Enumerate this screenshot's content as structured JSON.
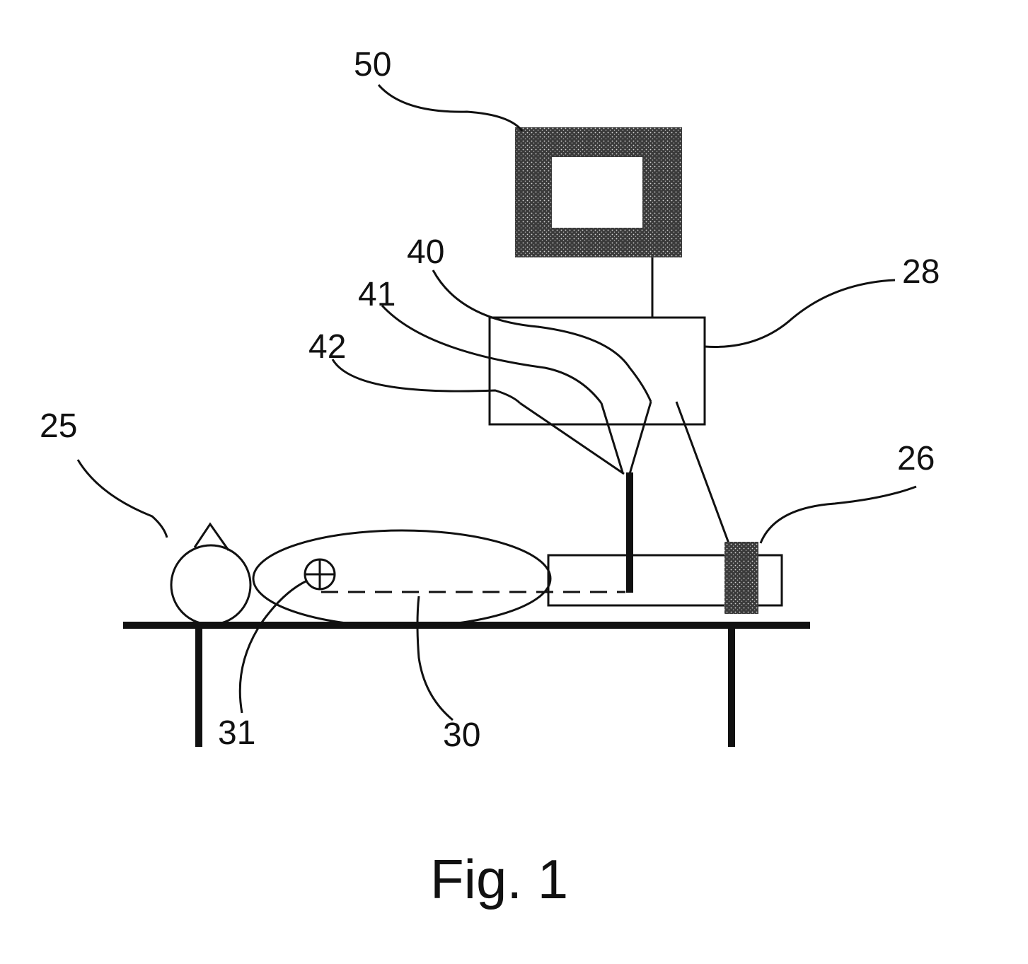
{
  "figure": {
    "caption": "Fig. 1",
    "labels": {
      "monitor": "50",
      "signal_line_a": "40",
      "signal_line_b": "41",
      "signal_line_c": "42",
      "processing_unit": "28",
      "patient": "25",
      "detector": "26",
      "marker": "31",
      "axis_line": "30"
    }
  },
  "colors": {
    "ink": "#111111",
    "shading": "#5a5a5a",
    "background": "#ffffff"
  }
}
